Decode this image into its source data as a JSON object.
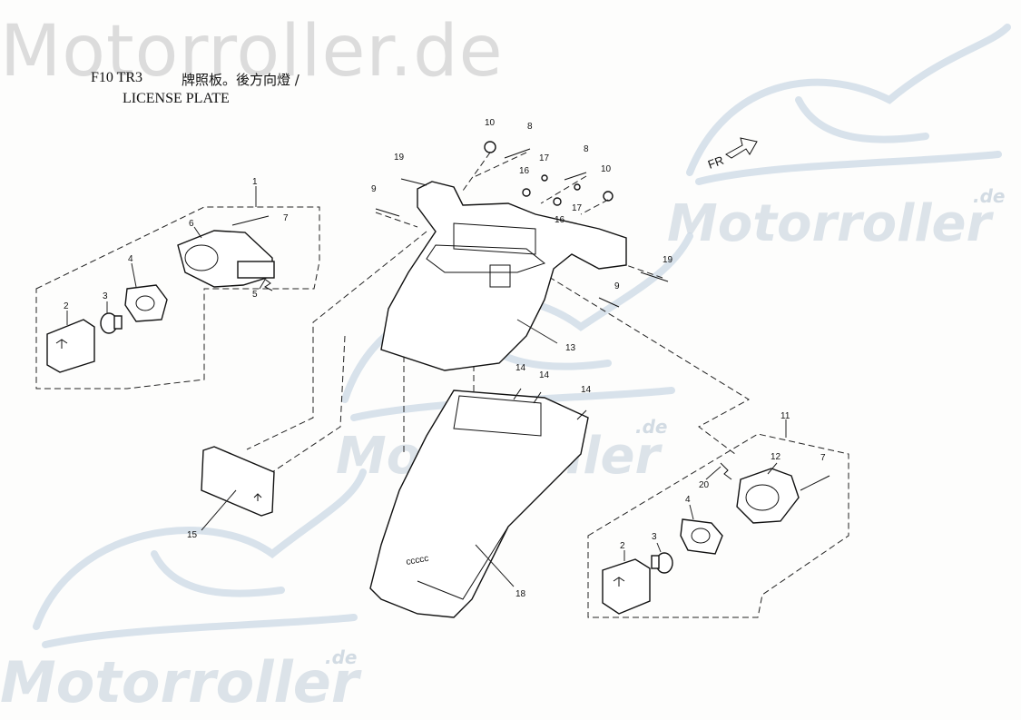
{
  "watermarks": {
    "main": "Motorroller.de",
    "right": "Motorroller",
    "right_suffix": ".de",
    "center": "Motorroller",
    "center_suffix": ".de",
    "bottom": "Motorroller",
    "bottom_suffix": ".de"
  },
  "header": {
    "model_code": "F10 TR3",
    "title_chinese": "牌照板。後方向燈 /",
    "title_english": "LICENSE PLATE"
  },
  "direction_marker": "FR",
  "callouts": {
    "c1": "1",
    "c2a": "2",
    "c3a": "3",
    "c4a": "4",
    "c5": "5",
    "c6": "6",
    "c7a": "7",
    "c8a": "8",
    "c8b": "8",
    "c9a": "9",
    "c9b": "9",
    "c10a": "10",
    "c10b": "10",
    "c11": "11",
    "c12": "12",
    "c13": "13",
    "c14a": "14",
    "c14b": "14",
    "c14c": "14",
    "c15": "15",
    "c16a": "16",
    "c16b": "16",
    "c17a": "17",
    "c17b": "17",
    "c18": "18",
    "c19a": "19",
    "c19b": "19",
    "c20": "20",
    "c2b": "2",
    "c3b": "3",
    "c4b": "4",
    "c7b": "7"
  },
  "icons": {
    "arrow": "fr-arrow-icon",
    "bulb": "bulb-icon",
    "bolt": "bolt-icon",
    "nut": "nut-icon"
  }
}
